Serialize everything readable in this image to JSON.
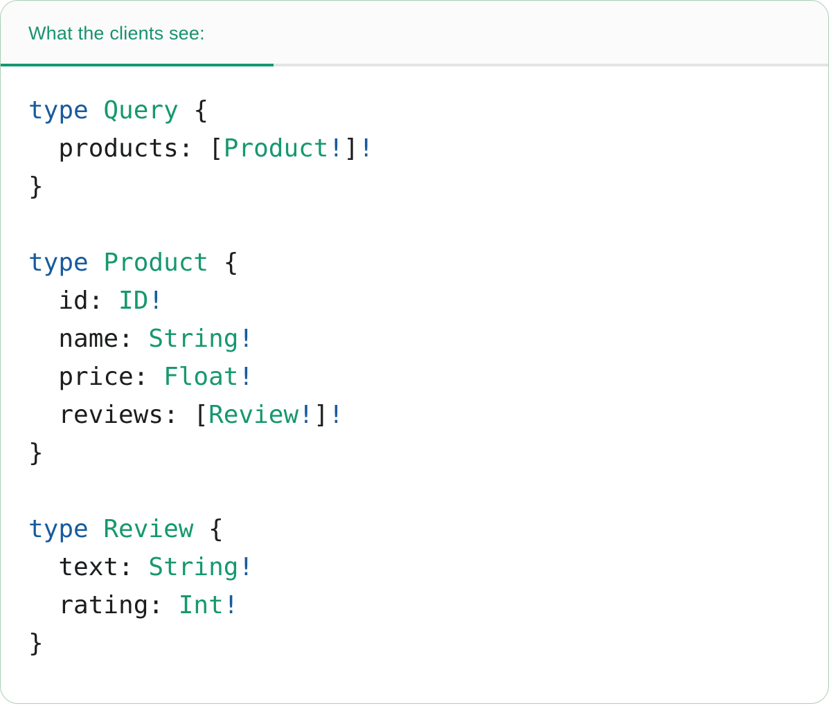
{
  "tab": {
    "label": "What the clients see:"
  },
  "colors": {
    "accent_green": "#16986f",
    "accent_blue": "#175b9e",
    "code_ink": "#1b1d1f",
    "tab_label_green": "#18926e",
    "tab_underline_green": "#16986f",
    "divider_gray": "#e4e4e4",
    "tabbar_bg": "#fbfbfb",
    "card_border_green": "#a9cdb4",
    "card_bg": "#ffffff"
  },
  "code": {
    "language": "graphql",
    "raw": "type Query {\n  products: [Product!]!\n}\n\ntype Product {\n  id: ID!\n  name: String!\n  price: Float!\n  reviews: [Review!]!\n}\n\ntype Review {\n  text: String!\n  rating: Int!\n}",
    "lines": [
      [
        {
          "t": "kw",
          "v": "type "
        },
        {
          "t": "ty",
          "v": "Query"
        },
        {
          "t": "pl",
          "v": " {"
        }
      ],
      [
        {
          "t": "pl",
          "v": "  products: ["
        },
        {
          "t": "ty",
          "v": "Product"
        },
        {
          "t": "ex",
          "v": "!"
        },
        {
          "t": "pl",
          "v": "]"
        },
        {
          "t": "ex",
          "v": "!"
        }
      ],
      [
        {
          "t": "pl",
          "v": "}"
        }
      ],
      [],
      [
        {
          "t": "kw",
          "v": "type "
        },
        {
          "t": "ty",
          "v": "Product"
        },
        {
          "t": "pl",
          "v": " {"
        }
      ],
      [
        {
          "t": "pl",
          "v": "  id: "
        },
        {
          "t": "ty",
          "v": "ID"
        },
        {
          "t": "ex",
          "v": "!"
        }
      ],
      [
        {
          "t": "pl",
          "v": "  name: "
        },
        {
          "t": "ty",
          "v": "String"
        },
        {
          "t": "ex",
          "v": "!"
        }
      ],
      [
        {
          "t": "pl",
          "v": "  price: "
        },
        {
          "t": "ty",
          "v": "Float"
        },
        {
          "t": "ex",
          "v": "!"
        }
      ],
      [
        {
          "t": "pl",
          "v": "  reviews: ["
        },
        {
          "t": "ty",
          "v": "Review"
        },
        {
          "t": "ex",
          "v": "!"
        },
        {
          "t": "pl",
          "v": "]"
        },
        {
          "t": "ex",
          "v": "!"
        }
      ],
      [
        {
          "t": "pl",
          "v": "}"
        }
      ],
      [],
      [
        {
          "t": "kw",
          "v": "type "
        },
        {
          "t": "ty",
          "v": "Review"
        },
        {
          "t": "pl",
          "v": " {"
        }
      ],
      [
        {
          "t": "pl",
          "v": "  text: "
        },
        {
          "t": "ty",
          "v": "String"
        },
        {
          "t": "ex",
          "v": "!"
        }
      ],
      [
        {
          "t": "pl",
          "v": "  rating: "
        },
        {
          "t": "ty",
          "v": "Int"
        },
        {
          "t": "ex",
          "v": "!"
        }
      ],
      [
        {
          "t": "pl",
          "v": "}"
        }
      ]
    ]
  }
}
